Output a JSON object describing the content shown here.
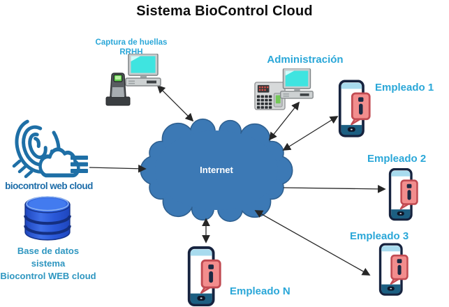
{
  "title": "Sistema BioControl Cloud",
  "internet_cloud": {
    "label": "Internet"
  },
  "nodes": {
    "captura": {
      "label_line1": "Captura de huellas",
      "label_line2": "RRHH",
      "devices": [
        "fingerprint-scanner",
        "desktop-computer"
      ]
    },
    "administracion": {
      "label": "Administración",
      "devices": [
        "biometric-terminal",
        "desktop-computer"
      ]
    },
    "empleado1": {
      "label": "Empleado 1",
      "devices": [
        "smartphone-info"
      ]
    },
    "empleado2": {
      "label": "Empleado 2",
      "devices": [
        "smartphone-info"
      ]
    },
    "empleado3": {
      "label": "Empleado 3",
      "devices": [
        "smartphone-info"
      ]
    },
    "empleado_n": {
      "label": "Empleado N",
      "devices": [
        "smartphone-info"
      ]
    },
    "biocontrol_logo": {
      "text": "biocontrol web cloud",
      "icons": [
        "fingerprint-icon",
        "cloud-icon"
      ]
    },
    "database": {
      "label_line1": "Base de datos sistema",
      "label_line2": "Biocontrol WEB cloud",
      "icon": "database-cylinder"
    }
  },
  "connections": [
    {
      "from": "biocontrol_logo",
      "to": "internet",
      "arrows": "single"
    },
    {
      "from": "captura",
      "to": "internet",
      "arrows": "double"
    },
    {
      "from": "administracion",
      "to": "internet",
      "arrows": "double"
    },
    {
      "from": "empleado1",
      "to": "internet",
      "arrows": "double"
    },
    {
      "from": "internet",
      "to": "empleado2",
      "arrows": "single"
    },
    {
      "from": "empleado3",
      "to": "internet",
      "arrows": "double"
    },
    {
      "from": "empleado_n",
      "to": "internet",
      "arrows": "double"
    }
  ],
  "colors": {
    "label_cyan": "#2AA7D8",
    "logo_blue": "#1E6FA6",
    "db_text_teal": "#2E96C0",
    "cloud_fill": "#3C79B5",
    "cloud_border": "#2E5F8F",
    "screen_cyan": "#3FE4E0",
    "bubble_pink": "#F28D8D",
    "bubble_border": "#C14B52",
    "phone_navy": "#16233F",
    "phone_top_band": "#A8DBEE",
    "phone_bottom_band": "#1C5F82",
    "database_blue": "#2A58D8",
    "arrow_color": "#262626",
    "title_color": "#0d0d0d"
  }
}
